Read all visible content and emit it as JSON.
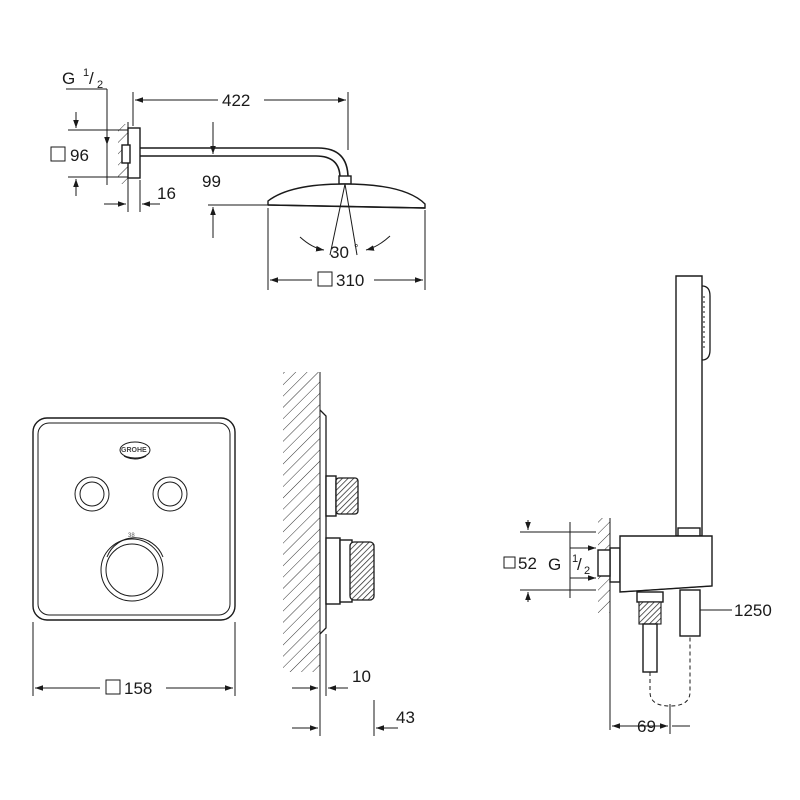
{
  "dimensions": {
    "arm_length": "422",
    "thread_g_top": "G",
    "thread_frac_num": "1",
    "thread_frac_den": "2",
    "rosette": "96",
    "rosette_depth": "16",
    "head_drop": "99",
    "tilt_angle": "30",
    "degree": "°",
    "head_size": "310",
    "panel_size": "158",
    "wall_offset": "10",
    "depth": "43",
    "outlet_size": "52",
    "thread_g_bottom": "G",
    "hose_length": "1250",
    "outlet_depth": "69"
  },
  "panel": {
    "brand": "GROHE",
    "temp_mark": "38"
  }
}
